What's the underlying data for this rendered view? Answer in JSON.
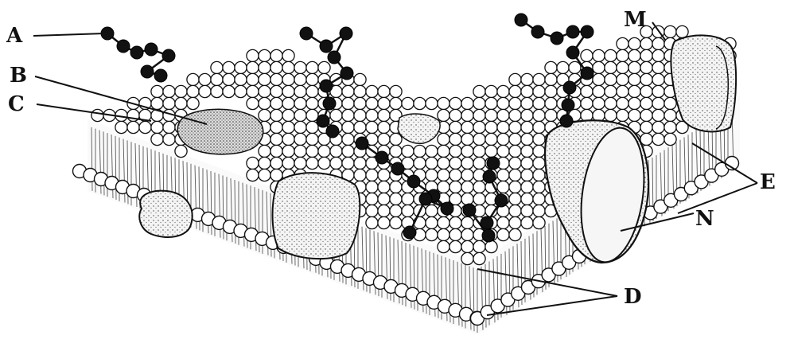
{
  "diagram": {
    "labels": {
      "A": "A",
      "B": "B",
      "C": "C",
      "D": "D",
      "E": "E",
      "M": "M",
      "N": "N"
    },
    "colors": {
      "ink": "#111111",
      "head_fill": "#ffffff",
      "protein_fill": "#f3f3f3",
      "background": "#ffffff"
    },
    "icons": {
      "glycoprotein_chain": "sugar-chain-icon",
      "phospholipid_head": "circle-head-icon",
      "protein": "stippled-blob-icon"
    }
  }
}
